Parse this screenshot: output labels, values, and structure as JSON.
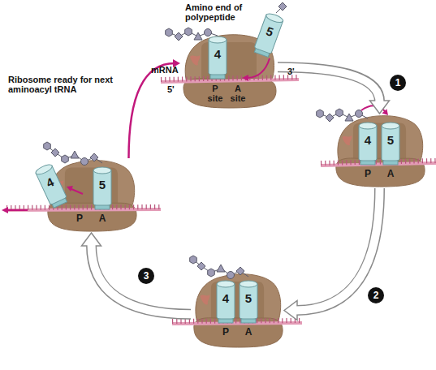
{
  "diagram": {
    "nodes": [
      {
        "text": [
          "P site",
          "A site"
        ]
      },
      {
        "text": [
          "4"
        ],
        "in": 0
      },
      {
        "text": [
          "5"
        ]
      },
      {
        "text": [
          "P",
          "A"
        ]
      },
      {
        "text": [
          "4"
        ],
        "in": 3
      },
      {
        "text": [
          "5"
        ],
        "in": 3
      },
      {
        "text": [
          "P",
          "A"
        ]
      },
      {
        "text": [
          "4"
        ],
        "in": 6
      },
      {
        "text": [
          "5"
        ],
        "in": 6
      },
      {
        "text": [
          "P",
          "A"
        ]
      },
      {
        "text": [
          "4"
        ]
      },
      {
        "text": [
          "5"
        ],
        "in": 9
      },
      {
        "text": [
          "1"
        ]
      },
      {
        "text": [
          "2"
        ]
      },
      {
        "text": [
          "3"
        ]
      }
    ],
    "edges": [
      {
        "from": 0,
        "to": 3,
        "arrow": "to"
      },
      {
        "from": 3,
        "to": 6,
        "arrow": "to"
      },
      {
        "from": 6,
        "to": 9,
        "arrow": "to"
      },
      {
        "from": 9,
        "to": 0,
        "arrow": "to"
      }
    ],
    "labels": [
      "Amino end of polypeptide",
      "mRNA",
      "5'",
      "3'",
      "Ribosome ready for next aminoacyl tRNA"
    ]
  }
}
